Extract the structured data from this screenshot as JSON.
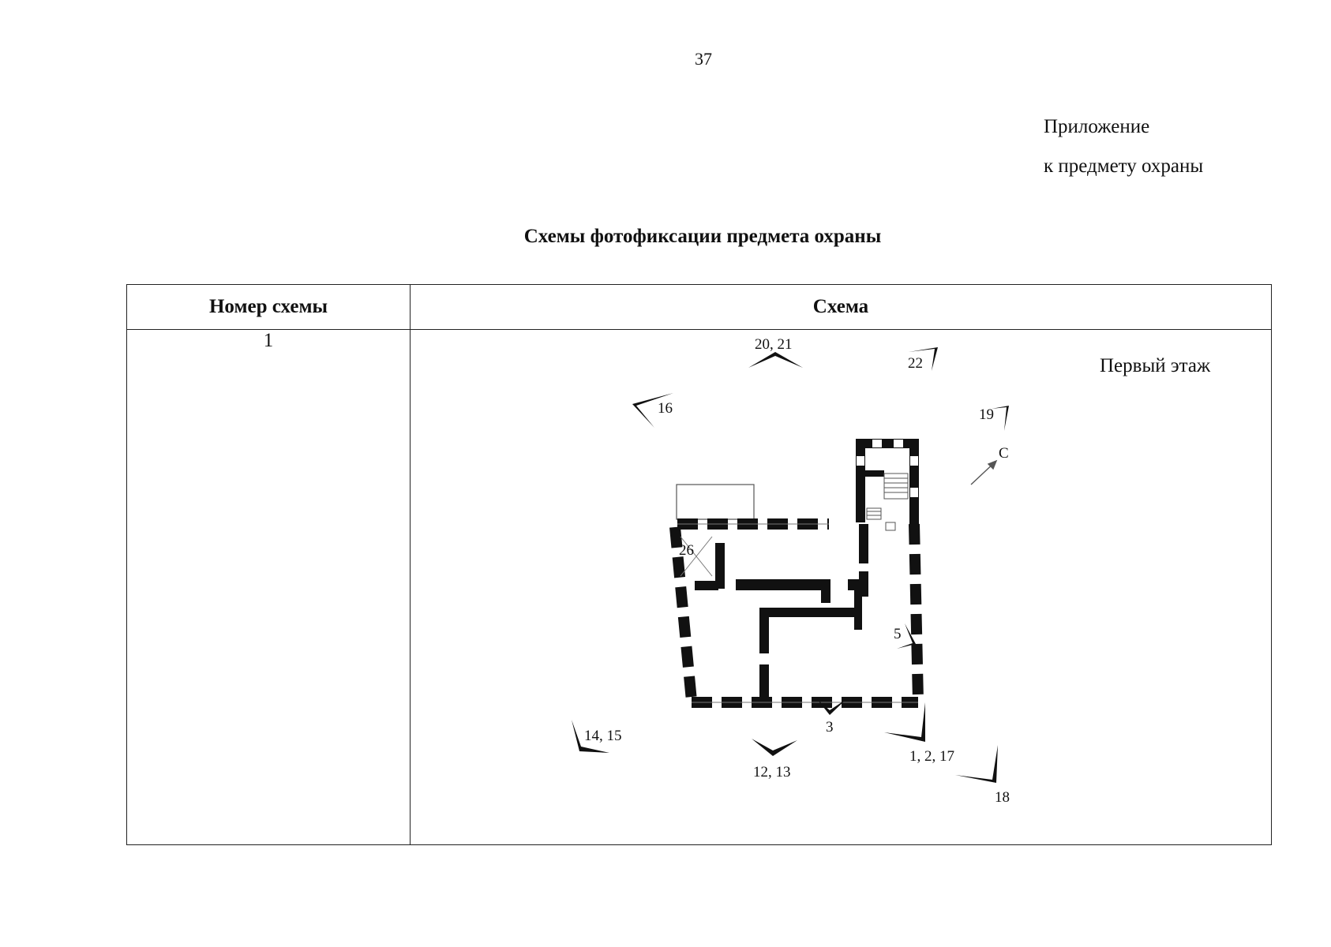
{
  "page_number": "37",
  "appendix": {
    "line1": "Приложение",
    "line2": "к предмету охраны"
  },
  "title": "Схемы фотофиксации предмета охраны",
  "table": {
    "headers": {
      "number": "Номер схемы",
      "scheme": "Схема"
    },
    "rows": [
      {
        "number": "1",
        "floor_label": "Первый этаж"
      }
    ]
  },
  "plan": {
    "north_label": "С",
    "markers": {
      "m20_21": "20, 21",
      "m22": "22",
      "m16": "16",
      "m19": "19",
      "m26": "26",
      "m5": "5",
      "m3": "3",
      "m14_15": "14, 15",
      "m12_13": "12, 13",
      "m1_2_17": "1, 2, 17",
      "m18": "18"
    }
  }
}
